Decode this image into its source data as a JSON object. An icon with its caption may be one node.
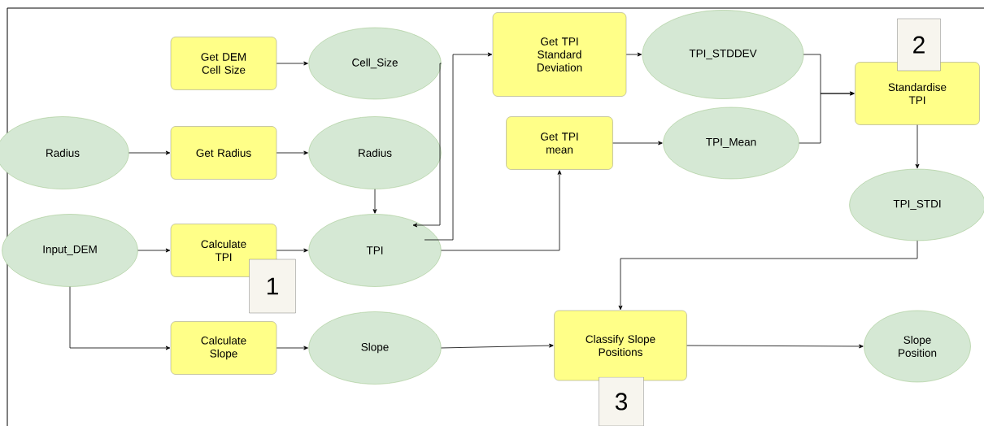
{
  "diagram": {
    "nodes": [
      {
        "text": [
          "Get DEM Cell Size"
        ]
      },
      {
        "text": [
          "Cell_Size"
        ]
      },
      {
        "text": [
          "Radius"
        ]
      },
      {
        "text": [
          "Get Radius"
        ]
      },
      {
        "text": [
          "Radius"
        ]
      },
      {
        "text": [
          "Input_DEM"
        ]
      },
      {
        "text": [
          "Calculate TPI"
        ]
      },
      {
        "text": [
          "TPI"
        ]
      },
      {
        "text": [
          "Calculate Slope"
        ]
      },
      {
        "text": [
          "Slope"
        ]
      },
      {
        "text": [
          "Get TPI Standard Deviation"
        ]
      },
      {
        "text": [
          "TPI_STDDEV"
        ]
      },
      {
        "text": [
          "Get TPI mean"
        ]
      },
      {
        "text": [
          "TPI_Mean"
        ]
      },
      {
        "text": [
          "Standardise TPI"
        ]
      },
      {
        "text": [
          "TPI_STDI"
        ]
      },
      {
        "text": [
          "Classify Slope Positions"
        ]
      },
      {
        "text": [
          "Slope Position"
        ]
      }
    ],
    "edges": [
      {
        "from": 0,
        "to": 1,
        "arrow": "to"
      },
      {
        "from": 1,
        "to": 7,
        "arrow": "to"
      },
      {
        "from": 2,
        "to": 3,
        "arrow": "to"
      },
      {
        "from": 3,
        "to": 4,
        "arrow": "to"
      },
      {
        "from": 4,
        "to": 7,
        "arrow": "to"
      },
      {
        "from": 5,
        "to": 6,
        "arrow": "to"
      },
      {
        "from": 6,
        "to": 7,
        "arrow": "to"
      },
      {
        "from": 5,
        "to": 8,
        "arrow": "to"
      },
      {
        "from": 8,
        "to": 9,
        "arrow": "to"
      },
      {
        "from": 7,
        "to": 10,
        "arrow": "to"
      },
      {
        "from": 7,
        "to": 12,
        "arrow": "to"
      },
      {
        "from": 10,
        "to": 11,
        "arrow": "to"
      },
      {
        "from": 12,
        "to": 13,
        "arrow": "to"
      },
      {
        "from": 11,
        "to": 14,
        "arrow": "to"
      },
      {
        "from": 13,
        "to": 14,
        "arrow": "to"
      },
      {
        "from": 14,
        "to": 15,
        "arrow": "to"
      },
      {
        "from": 15,
        "to": 16,
        "arrow": "to"
      },
      {
        "from": 9,
        "to": 16,
        "arrow": "to"
      },
      {
        "from": 16,
        "to": 17,
        "arrow": "to"
      }
    ],
    "labels": [
      "1",
      "2",
      "3"
    ]
  }
}
